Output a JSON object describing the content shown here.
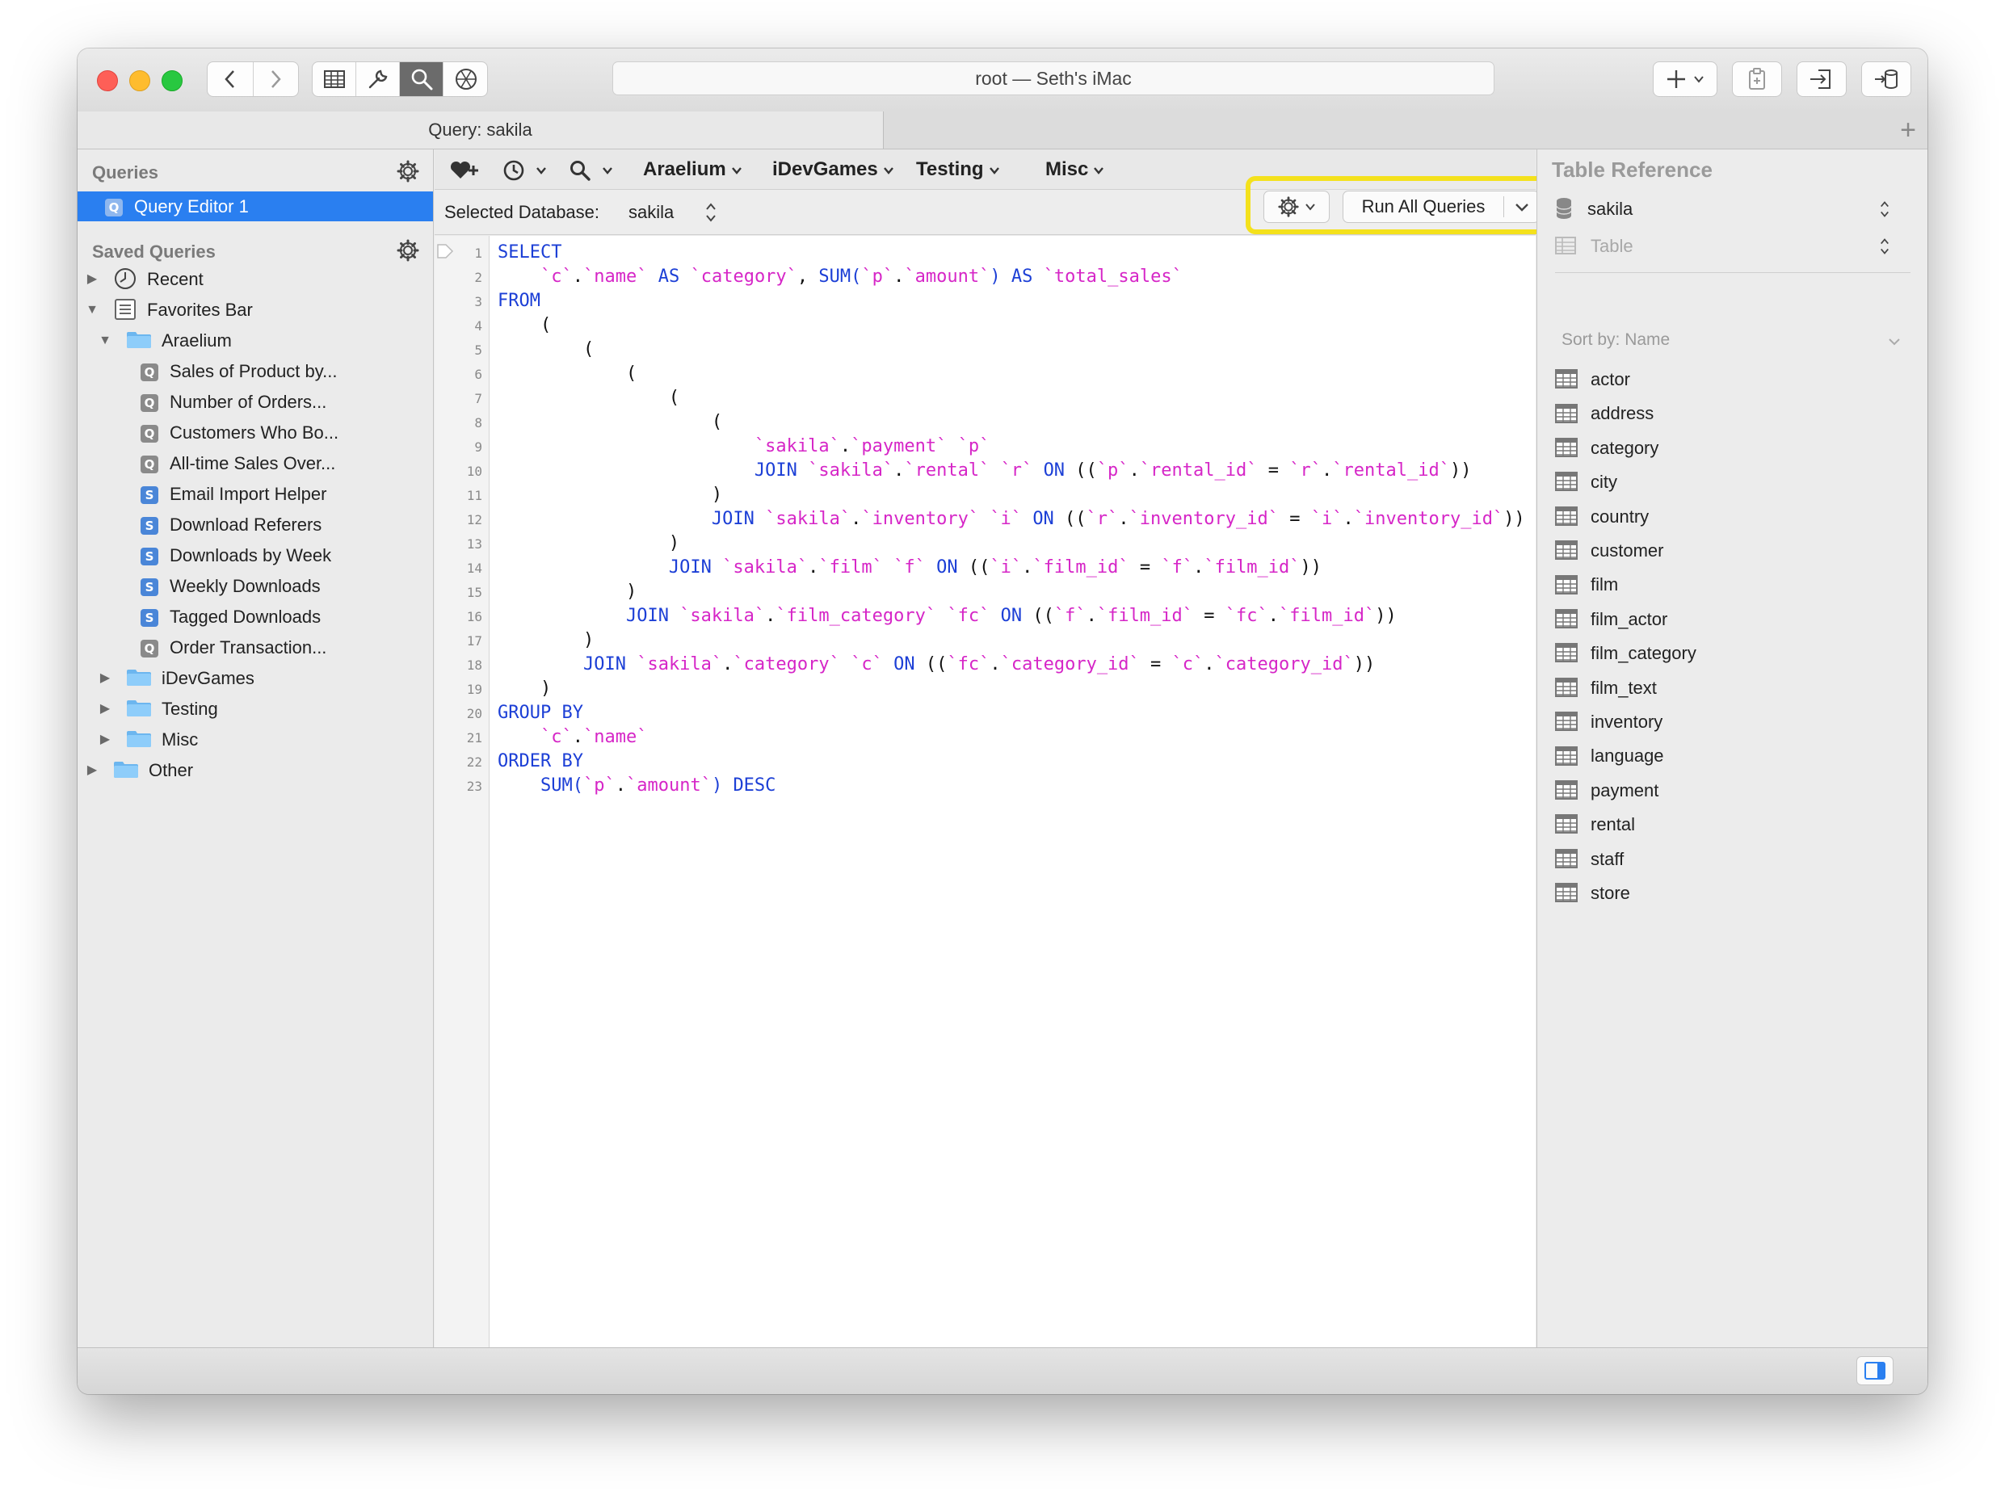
{
  "window": {
    "title": "root — Seth's iMac"
  },
  "tabs": [
    {
      "label": "Query: sakila"
    }
  ],
  "sidebar": {
    "queries_header": "Queries",
    "queries": [
      {
        "label": "Query Editor 1",
        "badge": "Q"
      }
    ],
    "saved_header": "Saved Queries",
    "recent_label": "Recent",
    "favorites_label": "Favorites Bar",
    "araelium_label": "Araelium",
    "araelium_items": [
      {
        "label": "Sales of Product by...",
        "badge": "Q"
      },
      {
        "label": "Number of Orders...",
        "badge": "Q"
      },
      {
        "label": "Customers Who Bo...",
        "badge": "Q"
      },
      {
        "label": "All-time Sales Over...",
        "badge": "Q"
      },
      {
        "label": "Email Import Helper",
        "badge": "S"
      },
      {
        "label": "Download Referers",
        "badge": "S"
      },
      {
        "label": "Downloads by Week",
        "badge": "S"
      },
      {
        "label": "Weekly Downloads",
        "badge": "S"
      },
      {
        "label": "Tagged Downloads",
        "badge": "S"
      },
      {
        "label": "Order Transaction...",
        "badge": "Q"
      }
    ],
    "folders": [
      {
        "label": "iDevGames"
      },
      {
        "label": "Testing"
      },
      {
        "label": "Misc"
      }
    ],
    "other_label": "Other"
  },
  "querybar": {
    "menus": [
      "Araelium",
      "iDevGames",
      "Testing",
      "Misc"
    ]
  },
  "dbbar": {
    "label": "Selected Database:",
    "value": "sakila",
    "run_all_label": "Run All Queries"
  },
  "editor": {
    "line_numbers": [
      "1",
      "2",
      "3",
      "4",
      "5",
      "6",
      "7",
      "8",
      "9",
      "10",
      "11",
      "12",
      "13",
      "14",
      "15",
      "16",
      "17",
      "18",
      "19",
      "20",
      "21",
      "22",
      "23"
    ],
    "lines": [
      [
        {
          "t": "SELECT",
          "c": "kw"
        }
      ],
      [
        {
          "t": "    "
        },
        {
          "t": "`c`",
          "c": "id"
        },
        {
          "t": "."
        },
        {
          "t": "`name`",
          "c": "id"
        },
        {
          "t": " "
        },
        {
          "t": "AS",
          "c": "kw"
        },
        {
          "t": " "
        },
        {
          "t": "`category`",
          "c": "id"
        },
        {
          "t": ", "
        },
        {
          "t": "SUM(",
          "c": "fn"
        },
        {
          "t": "`p`",
          "c": "id"
        },
        {
          "t": "."
        },
        {
          "t": "`amount`",
          "c": "id"
        },
        {
          "t": ")",
          "c": "fn"
        },
        {
          "t": " "
        },
        {
          "t": "AS",
          "c": "kw"
        },
        {
          "t": " "
        },
        {
          "t": "`total_sales`",
          "c": "id"
        }
      ],
      [
        {
          "t": "FROM",
          "c": "kw"
        }
      ],
      [
        {
          "t": "    ("
        }
      ],
      [
        {
          "t": "        ("
        }
      ],
      [
        {
          "t": "            ("
        }
      ],
      [
        {
          "t": "                ("
        }
      ],
      [
        {
          "t": "                    ("
        }
      ],
      [
        {
          "t": "                        "
        },
        {
          "t": "`sakila`",
          "c": "id"
        },
        {
          "t": "."
        },
        {
          "t": "`payment`",
          "c": "id"
        },
        {
          "t": " "
        },
        {
          "t": "`p`",
          "c": "id"
        }
      ],
      [
        {
          "t": "                        "
        },
        {
          "t": "JOIN",
          "c": "kw"
        },
        {
          "t": " "
        },
        {
          "t": "`sakila`",
          "c": "id"
        },
        {
          "t": "."
        },
        {
          "t": "`rental`",
          "c": "id"
        },
        {
          "t": " "
        },
        {
          "t": "`r`",
          "c": "id"
        },
        {
          "t": " "
        },
        {
          "t": "ON",
          "c": "kw"
        },
        {
          "t": " (("
        },
        {
          "t": "`p`",
          "c": "id"
        },
        {
          "t": "."
        },
        {
          "t": "`rental_id`",
          "c": "id"
        },
        {
          "t": " = "
        },
        {
          "t": "`r`",
          "c": "id"
        },
        {
          "t": "."
        },
        {
          "t": "`rental_id`",
          "c": "id"
        },
        {
          "t": "))"
        }
      ],
      [
        {
          "t": "                    )"
        }
      ],
      [
        {
          "t": "                    "
        },
        {
          "t": "JOIN",
          "c": "kw"
        },
        {
          "t": " "
        },
        {
          "t": "`sakila`",
          "c": "id"
        },
        {
          "t": "."
        },
        {
          "t": "`inventory`",
          "c": "id"
        },
        {
          "t": " "
        },
        {
          "t": "`i`",
          "c": "id"
        },
        {
          "t": " "
        },
        {
          "t": "ON",
          "c": "kw"
        },
        {
          "t": " (("
        },
        {
          "t": "`r`",
          "c": "id"
        },
        {
          "t": "."
        },
        {
          "t": "`inventory_id`",
          "c": "id"
        },
        {
          "t": " = "
        },
        {
          "t": "`i`",
          "c": "id"
        },
        {
          "t": "."
        },
        {
          "t": "`inventory_id`",
          "c": "id"
        },
        {
          "t": "))"
        }
      ],
      [
        {
          "t": "                )"
        }
      ],
      [
        {
          "t": "                "
        },
        {
          "t": "JOIN",
          "c": "kw"
        },
        {
          "t": " "
        },
        {
          "t": "`sakila`",
          "c": "id"
        },
        {
          "t": "."
        },
        {
          "t": "`film`",
          "c": "id"
        },
        {
          "t": " "
        },
        {
          "t": "`f`",
          "c": "id"
        },
        {
          "t": " "
        },
        {
          "t": "ON",
          "c": "kw"
        },
        {
          "t": " (("
        },
        {
          "t": "`i`",
          "c": "id"
        },
        {
          "t": "."
        },
        {
          "t": "`film_id`",
          "c": "id"
        },
        {
          "t": " = "
        },
        {
          "t": "`f`",
          "c": "id"
        },
        {
          "t": "."
        },
        {
          "t": "`film_id`",
          "c": "id"
        },
        {
          "t": "))"
        }
      ],
      [
        {
          "t": "            )"
        }
      ],
      [
        {
          "t": "            "
        },
        {
          "t": "JOIN",
          "c": "kw"
        },
        {
          "t": " "
        },
        {
          "t": "`sakila`",
          "c": "id"
        },
        {
          "t": "."
        },
        {
          "t": "`film_category`",
          "c": "id"
        },
        {
          "t": " "
        },
        {
          "t": "`fc`",
          "c": "id"
        },
        {
          "t": " "
        },
        {
          "t": "ON",
          "c": "kw"
        },
        {
          "t": " (("
        },
        {
          "t": "`f`",
          "c": "id"
        },
        {
          "t": "."
        },
        {
          "t": "`film_id`",
          "c": "id"
        },
        {
          "t": " = "
        },
        {
          "t": "`fc`",
          "c": "id"
        },
        {
          "t": "."
        },
        {
          "t": "`film_id`",
          "c": "id"
        },
        {
          "t": "))"
        }
      ],
      [
        {
          "t": "        )"
        }
      ],
      [
        {
          "t": "        "
        },
        {
          "t": "JOIN",
          "c": "kw"
        },
        {
          "t": " "
        },
        {
          "t": "`sakila`",
          "c": "id"
        },
        {
          "t": "."
        },
        {
          "t": "`category`",
          "c": "id"
        },
        {
          "t": " "
        },
        {
          "t": "`c`",
          "c": "id"
        },
        {
          "t": " "
        },
        {
          "t": "ON",
          "c": "kw"
        },
        {
          "t": " (("
        },
        {
          "t": "`fc`",
          "c": "id"
        },
        {
          "t": "."
        },
        {
          "t": "`category_id`",
          "c": "id"
        },
        {
          "t": " = "
        },
        {
          "t": "`c`",
          "c": "id"
        },
        {
          "t": "."
        },
        {
          "t": "`category_id`",
          "c": "id"
        },
        {
          "t": "))"
        }
      ],
      [
        {
          "t": "    )"
        }
      ],
      [
        {
          "t": "GROUP BY",
          "c": "kw"
        }
      ],
      [
        {
          "t": "    "
        },
        {
          "t": "`c`",
          "c": "id"
        },
        {
          "t": "."
        },
        {
          "t": "`name`",
          "c": "id"
        }
      ],
      [
        {
          "t": "ORDER BY",
          "c": "kw"
        }
      ],
      [
        {
          "t": "    "
        },
        {
          "t": "SUM(",
          "c": "fn"
        },
        {
          "t": "`p`",
          "c": "id"
        },
        {
          "t": "."
        },
        {
          "t": "`amount`",
          "c": "id"
        },
        {
          "t": ")",
          "c": "fn"
        },
        {
          "t": " "
        },
        {
          "t": "DESC",
          "c": "kw"
        }
      ]
    ]
  },
  "table_reference": {
    "title": "Table Reference",
    "database": "sakila",
    "table_placeholder": "Table",
    "sort_label": "Sort by: Name",
    "tables": [
      "actor",
      "address",
      "category",
      "city",
      "country",
      "customer",
      "film",
      "film_actor",
      "film_category",
      "film_text",
      "inventory",
      "language",
      "payment",
      "rental",
      "staff",
      "store"
    ]
  },
  "colors": {
    "accent": "#2a7ff0",
    "keyword": "#1c3fd6",
    "identifier": "#d626c7",
    "highlight": "#f4e11c"
  }
}
